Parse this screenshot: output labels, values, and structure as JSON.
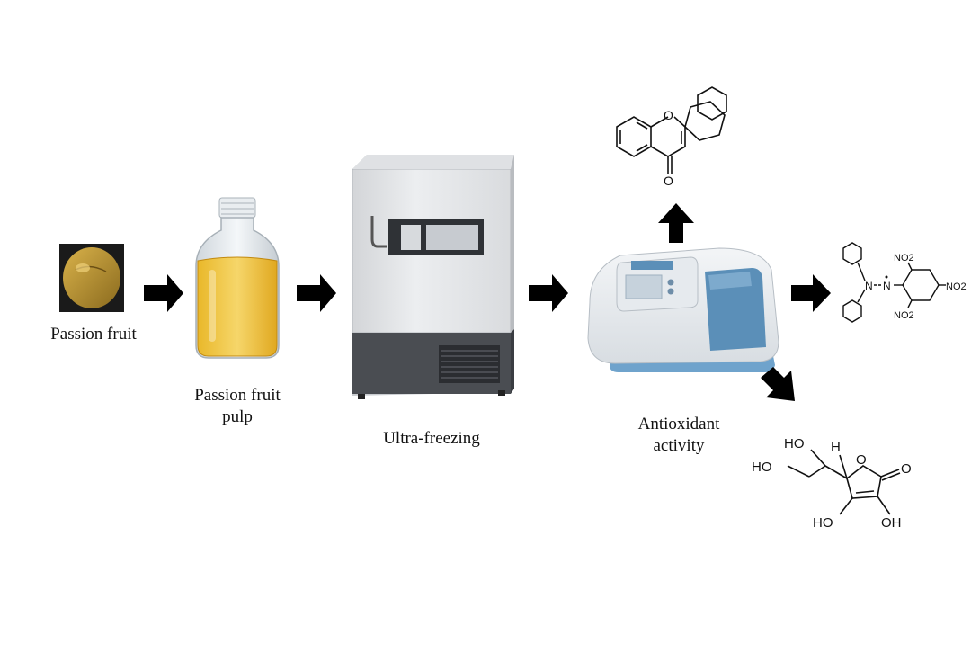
{
  "labels": {
    "passion_fruit": "Passion fruit",
    "pulp_line1": "Passion fruit",
    "pulp_line2": "pulp",
    "ultra_freezing": "Ultra-freezing",
    "antioxidant_line1": "Antioxidant",
    "antioxidant_line2": "activity"
  },
  "molecules": {
    "flavone": {
      "atom_o_ring": "O",
      "atom_o_keto": "O"
    },
    "dpph": {
      "n1": "N",
      "n2": "N",
      "no2_top": "NO2",
      "no2_right": "NO2",
      "no2_bottom": "NO2"
    },
    "ascorbic_acid": {
      "ho_top": "HO",
      "h_top": "H",
      "ho_left": "HO",
      "o_ring": "O",
      "o_keto": "O",
      "ho_bottom_left": "HO",
      "ho_bottom_right": "OH"
    }
  },
  "colors": {
    "arrow": "#000000",
    "pulp": "#f0c030",
    "freezer_body": "#e6e7e9",
    "freezer_base": "#4a4d52",
    "spectro_panel": "#5b8fb8"
  }
}
